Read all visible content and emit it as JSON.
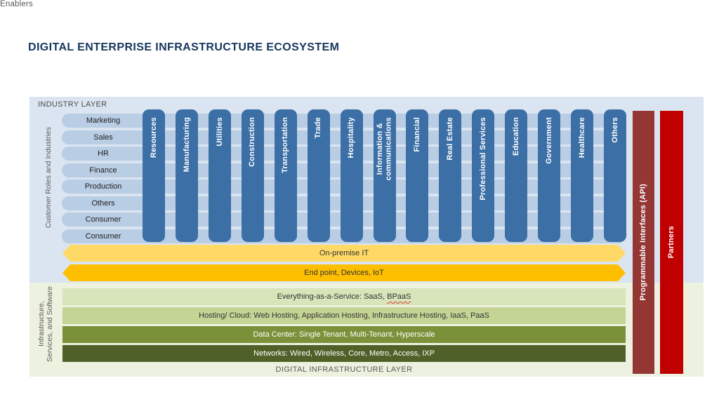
{
  "title": "DIGITAL ENTERPRISE INFRASTRUCTURE ECOSYSTEM",
  "industry_layer": {
    "panel_label": "INDUSTRY LAYER",
    "side_label": "Customer Roles and Industries",
    "customer_roles": [
      "Marketing",
      "Sales",
      "HR",
      "Finance",
      "Production",
      "Others",
      "Consumer",
      "Consumer"
    ],
    "industry_columns": [
      "Resources",
      "Manufacturing",
      "Utilities",
      "Construction",
      "Transportation",
      "Trade",
      "Hospitality",
      "Information &\ncommunications",
      "Financial",
      "Real Estate",
      "Professional Services",
      "Education",
      "Government",
      "Healthcare",
      "Others"
    ],
    "platform_bars": [
      {
        "label": "On-premise IT",
        "bg": "#FED966"
      },
      {
        "label": "End point, Devices, IoT",
        "bg": "#FEBF00"
      }
    ]
  },
  "infrastructure_layer": {
    "side_label": "Infrastructure,\nServices, and Software",
    "service_bars": [
      {
        "text": "Everything-as-a-Service: SaaS, ",
        "squiggle_text": "BPaaS",
        "bg": "#D8E4B9",
        "fg": "#333333"
      },
      {
        "text": "Hosting/ Cloud: Web Hosting, Application Hosting, Infrastructure Hosting, IaaS, PaaS",
        "squiggle_text": "",
        "bg": "#C4D495",
        "fg": "#333333"
      },
      {
        "text": "Data Center: Single Tenant, Multi-Tenant, Hyperscale",
        "squiggle_text": "",
        "bg": "#7A9139",
        "fg": "#FFFFFF"
      },
      {
        "text": "Networks: Wired, Wireless, Core, Metro, Access, IXP",
        "squiggle_text": "",
        "bg": "#4F6128",
        "fg": "#FFFFFF"
      }
    ],
    "footer_label": "DIGITAL INFRASTRUCTURE LAYER"
  },
  "enablers": {
    "label": "Enablers",
    "bars": [
      {
        "label": "Programmable Interfaces (API)",
        "bg": "#943634"
      },
      {
        "label": "Partners",
        "bg": "#C00000"
      }
    ]
  },
  "colors": {
    "title_navy": "#17365D",
    "industry_bg": "#DBE5F1",
    "role_row": "#B9CDE4",
    "industry_col": "#3B6FA6",
    "infra_bg": "#EDF1DF",
    "label_gray": "#595959",
    "squiggle": "#E03C31"
  }
}
